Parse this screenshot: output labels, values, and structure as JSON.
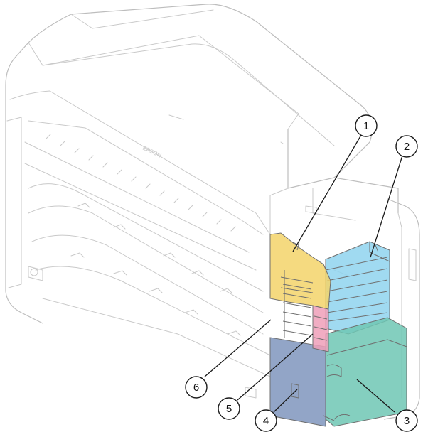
{
  "diagram": {
    "brand_text": "EPSON",
    "colors": {
      "yellow": "#f3d46a",
      "blue": "#8fd3ee",
      "pink": "#ee9fb8",
      "green": "#6fc7b4",
      "slate": "#7f95bd",
      "outline": "#c9c9c9"
    },
    "callouts": [
      {
        "label": "1",
        "part": "yellow-cover"
      },
      {
        "label": "2",
        "part": "blue-unit"
      },
      {
        "label": "3",
        "part": "green-unit"
      },
      {
        "label": "4",
        "part": "slate-panel"
      },
      {
        "label": "5",
        "part": "pink-unit"
      },
      {
        "label": "6",
        "part": "frame-edge"
      }
    ]
  }
}
